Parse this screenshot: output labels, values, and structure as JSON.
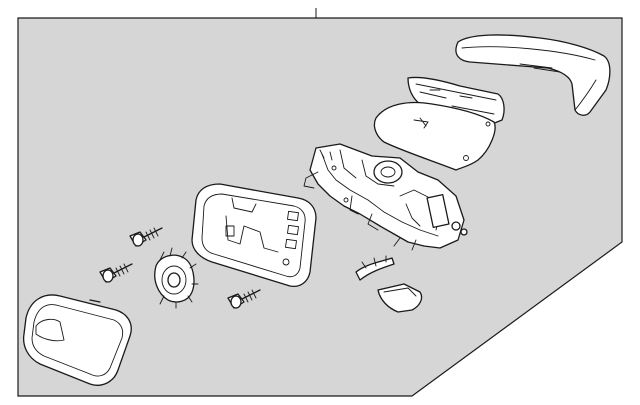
{
  "diagram": {
    "title": "",
    "panel_color": "#d6d6d6",
    "line_color": "#1a1a1a",
    "components": [
      {
        "name": "mirror-cover",
        "icon": "cover"
      },
      {
        "name": "cover-bracket",
        "icon": "bracket"
      },
      {
        "name": "skull-cap",
        "icon": "skullcap"
      },
      {
        "name": "mirror-motor-assembly",
        "icon": "motor"
      },
      {
        "name": "mirror-housing",
        "icon": "housing"
      },
      {
        "name": "glass-actuator",
        "icon": "actuator"
      },
      {
        "name": "mounting-screw-1",
        "icon": "screw"
      },
      {
        "name": "mounting-screw-2",
        "icon": "screw"
      },
      {
        "name": "mounting-screw-3",
        "icon": "screw"
      },
      {
        "name": "turn-signal-lamp",
        "icon": "lamp"
      },
      {
        "name": "wire-clip",
        "icon": "clip"
      },
      {
        "name": "mirror-glass",
        "icon": "glass"
      }
    ]
  }
}
